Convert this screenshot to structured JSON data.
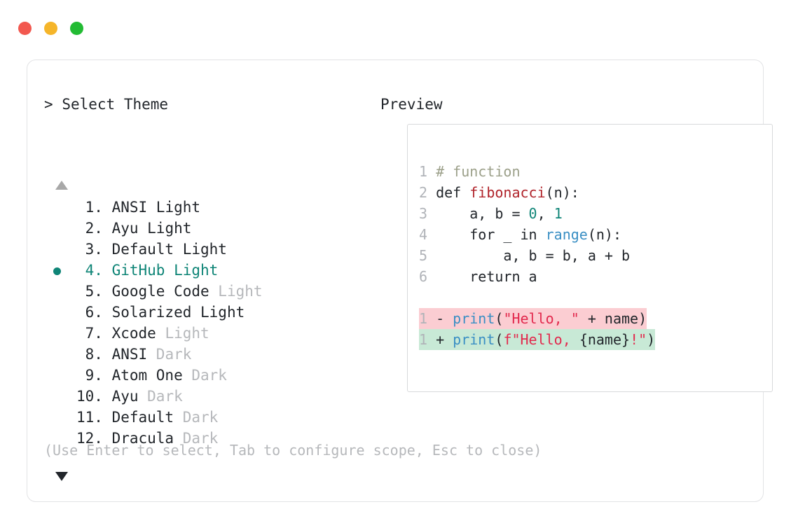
{
  "window": {
    "buttons": [
      {
        "name": "close",
        "color": "#f2584f"
      },
      {
        "name": "minimize",
        "color": "#f5b52a"
      },
      {
        "name": "maximize",
        "color": "#22bb33"
      }
    ]
  },
  "prompt": {
    "marker": ">",
    "title": "Select Theme"
  },
  "scroll": {
    "up_icon": "triangle-up",
    "down_icon": "triangle-down",
    "up_active": false,
    "down_active": true
  },
  "themes": {
    "selected_index": 3,
    "items": [
      {
        "num": " 1.",
        "name": "ANSI",
        "variant": "Light",
        "variant_dim": false
      },
      {
        "num": " 2.",
        "name": "Ayu",
        "variant": "Light",
        "variant_dim": false
      },
      {
        "num": " 3.",
        "name": "Default",
        "variant": "Light",
        "variant_dim": false
      },
      {
        "num": " 4.",
        "name": "GitHub",
        "variant": "Light",
        "variant_dim": false
      },
      {
        "num": " 5.",
        "name": "Google Code",
        "variant": "Light",
        "variant_dim": true
      },
      {
        "num": " 6.",
        "name": "Solarized",
        "variant": "Light",
        "variant_dim": false
      },
      {
        "num": " 7.",
        "name": "Xcode",
        "variant": "Light",
        "variant_dim": true
      },
      {
        "num": " 8.",
        "name": "ANSI",
        "variant": "Dark",
        "variant_dim": true
      },
      {
        "num": " 9.",
        "name": "Atom One",
        "variant": "Dark",
        "variant_dim": true
      },
      {
        "num": "10.",
        "name": "Ayu",
        "variant": "Dark",
        "variant_dim": true
      },
      {
        "num": "11.",
        "name": "Default",
        "variant": "Dark",
        "variant_dim": true
      },
      {
        "num": "12.",
        "name": "Dracula",
        "variant": "Dark",
        "variant_dim": true
      }
    ]
  },
  "preview": {
    "title": "Preview",
    "code_lines": [
      {
        "ln": "1",
        "tokens": [
          {
            "t": " # function",
            "c": "tok-comment"
          }
        ]
      },
      {
        "ln": "2",
        "tokens": [
          {
            "t": " def ",
            "c": "tok-kw"
          },
          {
            "t": "fibonacci",
            "c": "tok-fn"
          },
          {
            "t": "(n):",
            "c": "tok-plain"
          }
        ]
      },
      {
        "ln": "3",
        "tokens": [
          {
            "t": "     a, b = ",
            "c": "tok-plain"
          },
          {
            "t": "0",
            "c": "tok-num"
          },
          {
            "t": ", ",
            "c": "tok-plain"
          },
          {
            "t": "1",
            "c": "tok-num"
          }
        ]
      },
      {
        "ln": "4",
        "tokens": [
          {
            "t": "     for _ in ",
            "c": "tok-plain"
          },
          {
            "t": "range",
            "c": "tok-builtin"
          },
          {
            "t": "(n):",
            "c": "tok-plain"
          }
        ]
      },
      {
        "ln": "5",
        "tokens": [
          {
            "t": "         a, b = b, a + b",
            "c": "tok-plain"
          }
        ]
      },
      {
        "ln": "6",
        "tokens": [
          {
            "t": "     return a",
            "c": "tok-plain"
          }
        ]
      }
    ],
    "diff_lines": [
      {
        "ln": "1",
        "kind": "del",
        "sign": " - ",
        "tokens": [
          {
            "t": "print",
            "c": "tok-builtin"
          },
          {
            "t": "(",
            "c": "tok-plain"
          },
          {
            "t": "\"Hello, \"",
            "c": "tok-str"
          },
          {
            "t": " + name)",
            "c": "tok-plain"
          }
        ]
      },
      {
        "ln": "1",
        "kind": "add",
        "sign": " + ",
        "tokens": [
          {
            "t": "print",
            "c": "tok-builtin"
          },
          {
            "t": "(",
            "c": "tok-plain"
          },
          {
            "t": "f\"Hello, ",
            "c": "tok-str"
          },
          {
            "t": "{name}",
            "c": "tok-plain"
          },
          {
            "t": "!\"",
            "c": "tok-str"
          },
          {
            "t": ")",
            "c": "tok-plain"
          }
        ]
      }
    ]
  },
  "footer": {
    "hint": "(Use Enter to select, Tab to configure scope, Esc to close)"
  },
  "colors": {
    "accent": "#0f8577",
    "text": "#22262b",
    "dim": "#b6b8bb",
    "diff_del_bg": "#fbcdd2",
    "diff_add_bg": "#c8e9d6"
  }
}
